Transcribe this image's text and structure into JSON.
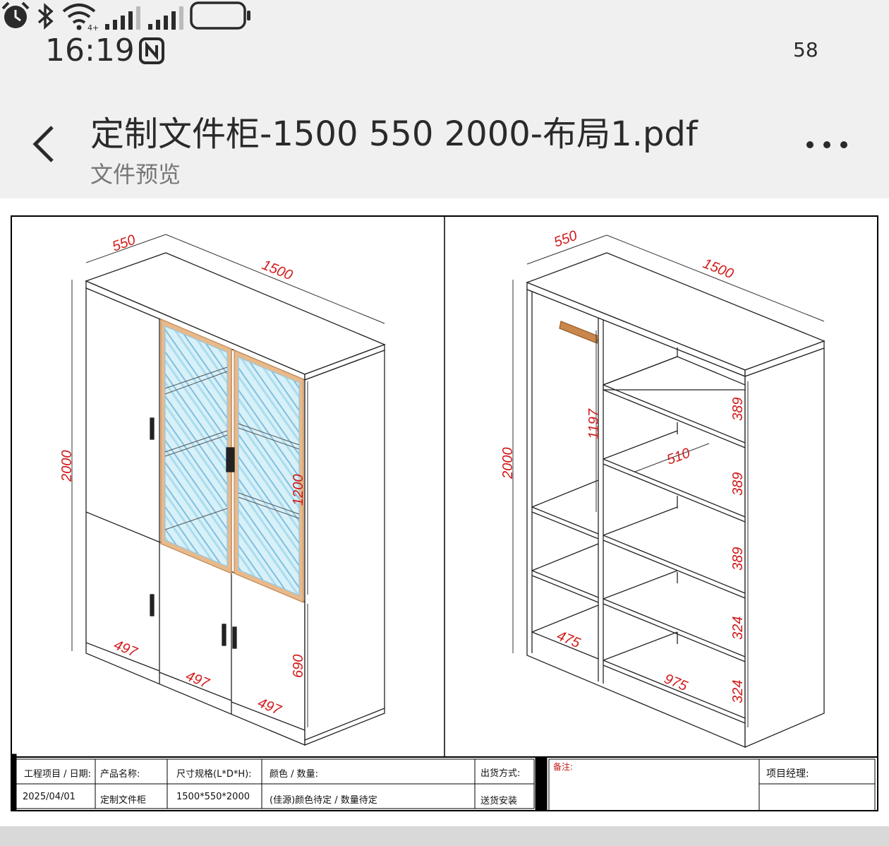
{
  "status_bar": {
    "time": "16:19",
    "battery": "58"
  },
  "app_bar": {
    "title": "定制文件柜-1500 550 2000-布局1.pdf",
    "subtitle": "文件预览"
  },
  "drawing": {
    "left_view": {
      "width": "1500",
      "depth": "550",
      "height": "2000",
      "glass_height": "1200",
      "door_width_1": "497",
      "door_width_2": "497",
      "door_width_3": "497",
      "lower_height": "690"
    },
    "right_view": {
      "width": "1500",
      "depth": "550",
      "height": "2000",
      "left_section_height": "1197",
      "shelf_depth": "510",
      "left_width": "475",
      "right_width": "975",
      "shelf_1": "389",
      "shelf_2": "389",
      "shelf_3": "389",
      "shelf_4": "324",
      "shelf_5": "324"
    }
  },
  "title_block": {
    "project_label": "工程项目 / 日期:",
    "project_value": "2025/04/01",
    "product_label": "产品名称:",
    "product_value": "定制文件柜",
    "size_label": "尺寸规格(L*D*H):",
    "size_value": "1500*550*2000",
    "color_label": "颜色 / 数量:",
    "color_value": "(佳源)颜色待定 / 数量待定",
    "ship_label": "出货方式:",
    "ship_value": "送货安装",
    "note_label": "备注:",
    "manager_label": "项目经理:"
  },
  "colors": {
    "dimension": "#d21a1a",
    "frame": "#e6b98a",
    "glass": "#bfe6f2",
    "handle_wood": "#c9874b"
  },
  "icons": [
    "nfc-icon",
    "alarm-icon",
    "bluetooth-icon",
    "wifi-icon",
    "signal-icon",
    "battery-icon",
    "back-chevron-icon",
    "more-icon"
  ]
}
